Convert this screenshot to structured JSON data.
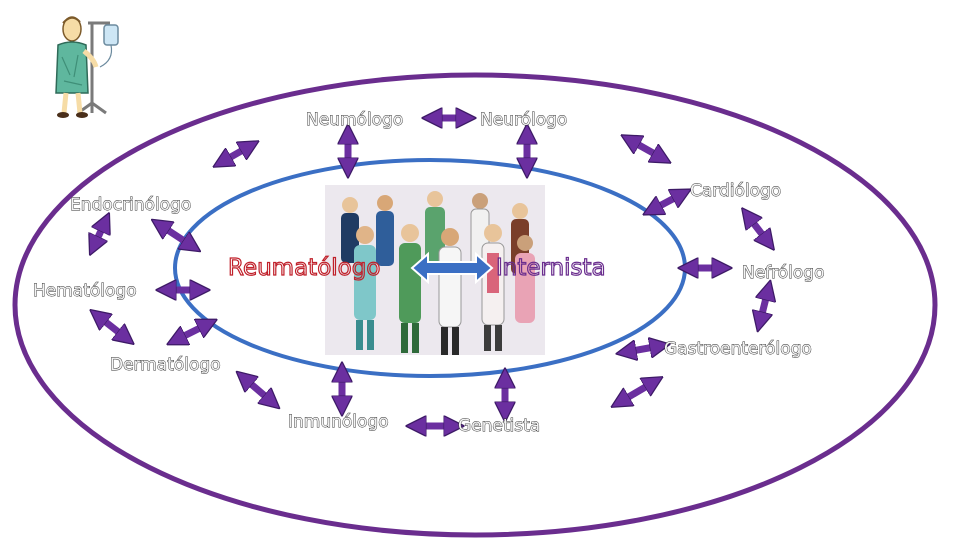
{
  "nodes": {
    "neumologo": "Neumólogo",
    "neurologo": "Neurólogo",
    "cardiologo": "Cardiólogo",
    "endocrinologo": "Endocrinólogo",
    "nefrologo": "Nefrólogo",
    "hematologo": "Hematólogo",
    "gastroenterologo": "Gastroenterólogo",
    "dermatologo": "Dermatólogo",
    "inmunologo": "Inmunólogo",
    "genetista": "Genetista"
  },
  "center": {
    "left": "Reumatólogo",
    "right": "Internista"
  },
  "colors": {
    "outer_ellipse": "#6a2d8e",
    "inner_ellipse": "#3b6fc4",
    "arrow_fill": "#6b2fa0",
    "arrow_stroke": "#3d1a66",
    "center_arrow": "#3b6fc4",
    "reumatologo_text": "#c0202a",
    "internista_text": "#6a2d8e"
  },
  "icons": {
    "patient_image": "patient-iv-drip-icon",
    "team_image": "medical-team-icon"
  }
}
